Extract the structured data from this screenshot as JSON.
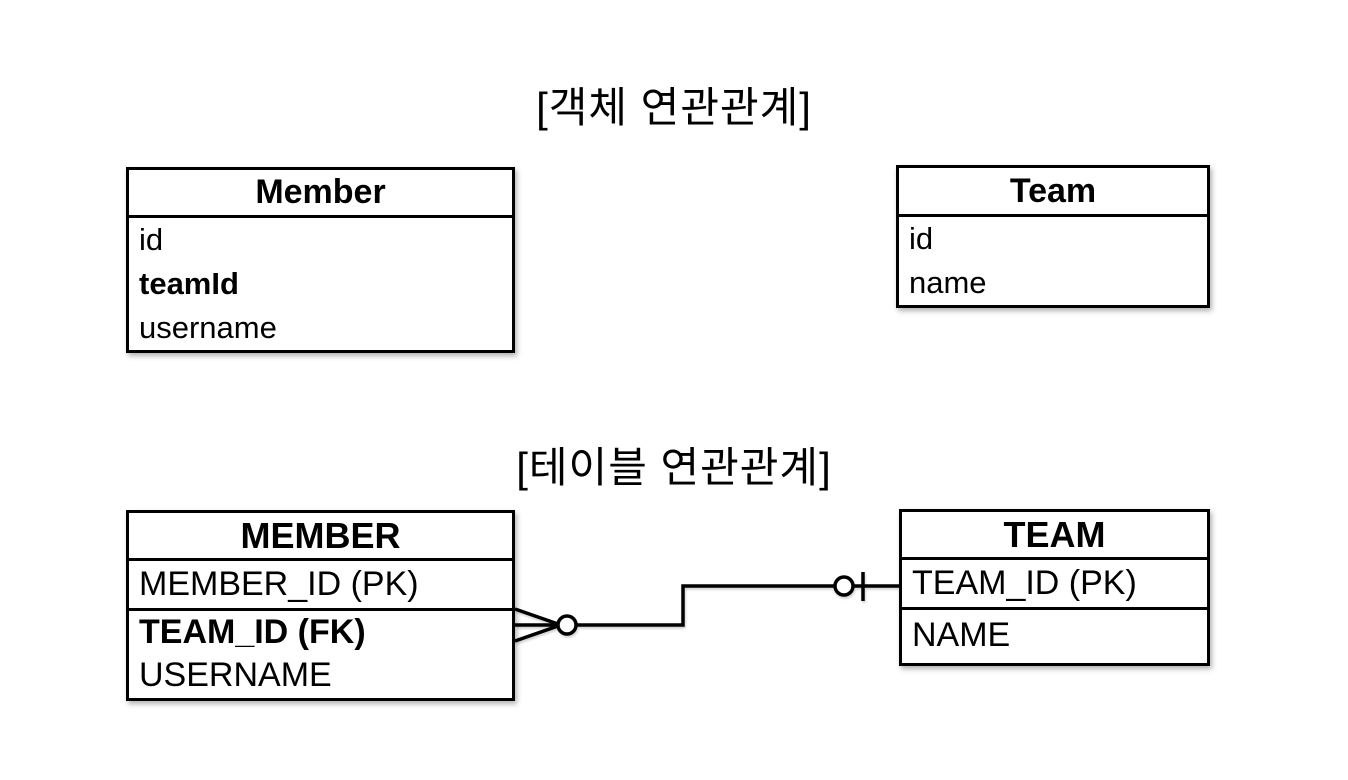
{
  "canvas": {
    "background_color": "#ffffff",
    "line_color": "#000000"
  },
  "object_diagram": {
    "title": "[객체 연관관계]",
    "member": {
      "title": "Member",
      "fields": [
        {
          "label": "id",
          "bold": false
        },
        {
          "label": "teamId",
          "bold": true
        },
        {
          "label": "username",
          "bold": false
        }
      ]
    },
    "team": {
      "title": "Team",
      "fields": [
        {
          "label": "id",
          "bold": false
        },
        {
          "label": "name",
          "bold": false
        }
      ]
    }
  },
  "table_diagram": {
    "title": "[테이블 연관관계]",
    "member_table": {
      "title": "MEMBER",
      "pk_row": "MEMBER_ID (PK)",
      "fields": [
        {
          "label": "TEAM_ID (FK)",
          "bold": true
        },
        {
          "label": "USERNAME",
          "bold": false
        }
      ]
    },
    "team_table": {
      "title": "TEAM",
      "pk_row": "TEAM_ID (PK)",
      "fields": [
        {
          "label": "NAME",
          "bold": false
        }
      ]
    },
    "relationship": {
      "from": "MEMBER.TEAM_ID (FK)",
      "to": "TEAM.TEAM_ID (PK)",
      "member_end_notation": "zero-or-many (crow's foot with circle)",
      "team_end_notation": "zero-or-one (circle with bar)"
    }
  }
}
